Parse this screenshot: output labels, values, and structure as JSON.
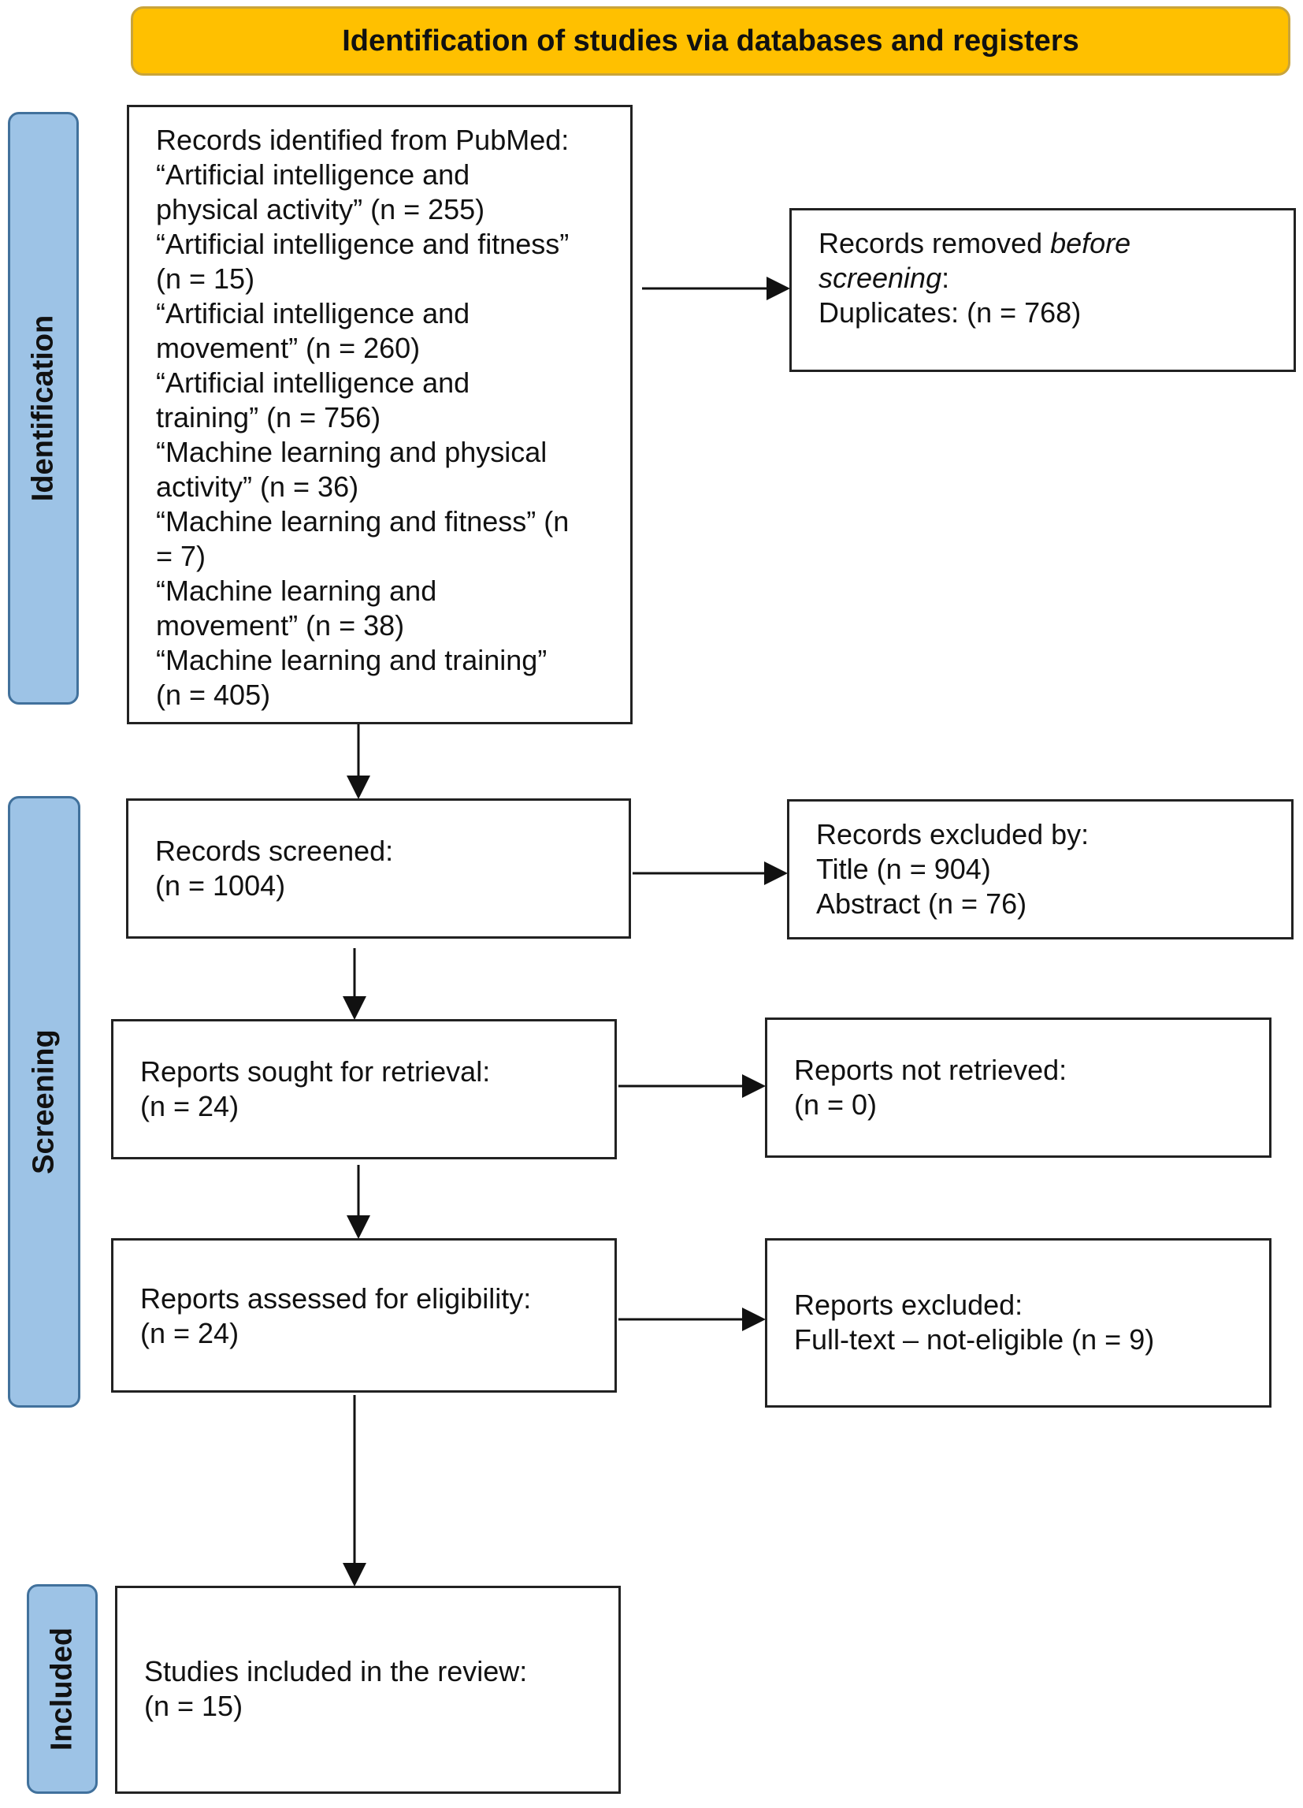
{
  "header": {
    "title": "Identification of studies via databases and registers"
  },
  "phases": {
    "identification": "Identification",
    "screening": "Screening",
    "included": "Included"
  },
  "boxes": {
    "records_identified": {
      "lines": [
        "Records identified from PubMed:",
        "“Artificial intelligence and",
        "physical activity” (n = 255)",
        "“Artificial intelligence and fitness”",
        "(n = 15)",
        "“Artificial intelligence and",
        "movement” (n = 260)",
        "“Artificial intelligence and",
        "training” (n = 756)",
        "“Machine learning and physical",
        "activity” (n = 36)",
        "“Machine learning and fitness” (n",
        "= 7)",
        "“Machine learning and",
        "movement” (n = 38)",
        "“Machine learning and training”",
        "(n = 405)"
      ]
    },
    "records_removed": {
      "line1_prefix": "Records removed ",
      "line1_italic": "before",
      "line2_italic": "screening",
      "line2_suffix": ":",
      "line3": "Duplicates: (n = 768)"
    },
    "records_screened": {
      "lines": [
        "Records screened:",
        "(n = 1004)"
      ]
    },
    "records_excluded": {
      "lines": [
        "Records excluded by:",
        "Title (n = 904)",
        "Abstract (n = 76)"
      ]
    },
    "reports_sought": {
      "lines": [
        "Reports sought for retrieval:",
        "(n = 24)"
      ]
    },
    "reports_not_retrieved": {
      "lines": [
        "Reports not retrieved:",
        "(n = 0)"
      ]
    },
    "reports_assessed": {
      "lines": [
        "Reports assessed for eligibility:",
        "(n = 24)"
      ]
    },
    "reports_excluded": {
      "lines": [
        "Reports excluded:",
        "Full-text – not-eligible (n = 9)"
      ]
    },
    "studies_included": {
      "lines": [
        "Studies included in the review:",
        "(n = 15)"
      ]
    }
  }
}
